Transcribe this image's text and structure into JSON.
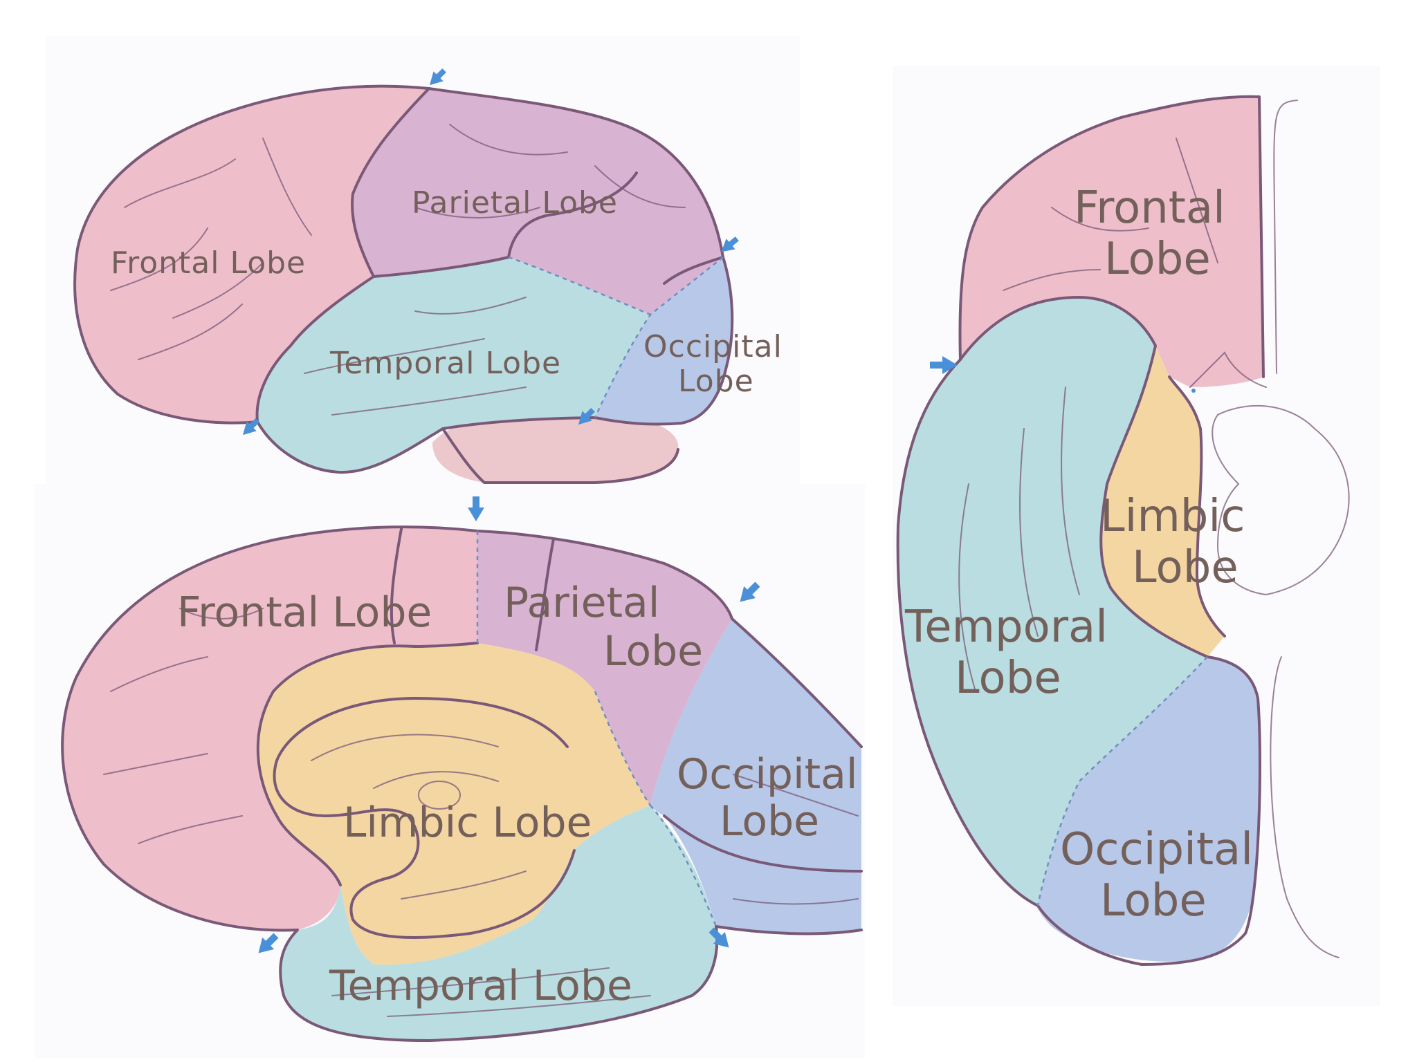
{
  "colors": {
    "frontal": "#eebfca",
    "parietal": "#d8b4d2",
    "temporal": "#b9dde0",
    "occipital": "#b7c8e8",
    "limbic": "#f4d6a2",
    "cerebellum": "#ecc7cc",
    "outline": "#7a5878",
    "arrow": "#4a90d9",
    "label_text": "#74605a"
  },
  "lateral_view": {
    "labels": {
      "frontal": "Frontal Lobe",
      "parietal": "Parietal Lobe",
      "temporal": "Temporal Lobe",
      "occipital_line1": "Occipital",
      "occipital_line2": "Lobe"
    }
  },
  "medial_view": {
    "labels": {
      "frontal": "Frontal Lobe",
      "parietal_line1": "Parietal",
      "parietal_line2": "Lobe",
      "occipital_line1": "Occipital",
      "occipital_line2": "Lobe",
      "limbic": "Limbic Lobe",
      "temporal": "Temporal Lobe"
    }
  },
  "inferior_view": {
    "labels": {
      "frontal_line1": "Frontal",
      "frontal_line2": "Lobe",
      "limbic_line1": "Limbic",
      "limbic_line2": "Lobe",
      "temporal_line1": "Temporal",
      "temporal_line2": "Lobe",
      "occipital_line1": "Occipital",
      "occipital_line2": "Lobe"
    }
  }
}
